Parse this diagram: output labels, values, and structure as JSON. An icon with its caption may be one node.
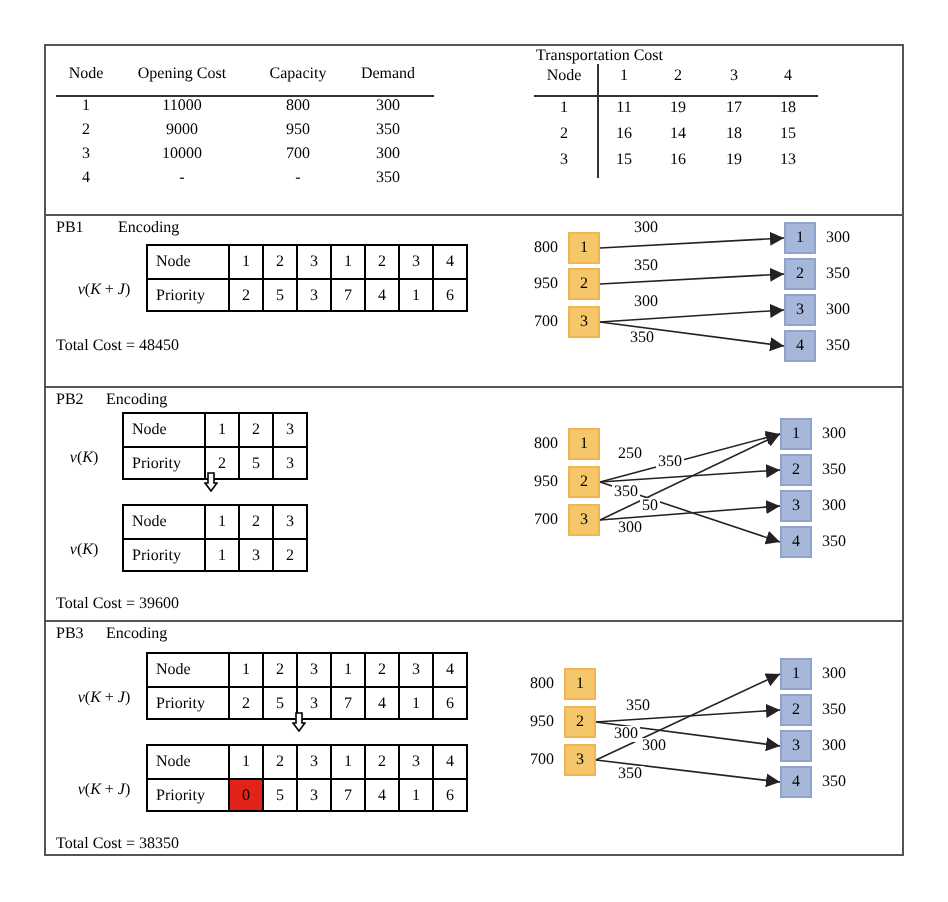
{
  "diagram": {
    "nodes": [
      {
        "text": [
          "PB1",
          "Encoding",
          "*v*(*K* + *J*)",
          "Total Cost = 48450"
        ]
      },
      {
        "text": [
          "1"
        ],
        "in": 0,
        "beside": [
          "800"
        ]
      },
      {
        "text": [
          "2"
        ],
        "in": 0,
        "beside": [
          "950"
        ]
      },
      {
        "text": [
          "3"
        ],
        "in": 0,
        "beside": [
          "700"
        ]
      },
      {
        "text": [
          "1"
        ],
        "in": 0,
        "beside": [
          "300"
        ]
      },
      {
        "text": [
          "2"
        ],
        "in": 0,
        "beside": [
          "350"
        ]
      },
      {
        "text": [
          "3"
        ],
        "in": 0,
        "beside": [
          "300"
        ]
      },
      {
        "text": [
          "4"
        ],
        "in": 0,
        "beside": [
          "350"
        ]
      },
      {
        "text": [
          "PB2",
          "Encoding",
          "*v*(*K*)",
          "*v*(*K*)",
          "Total Cost = 39600"
        ]
      },
      {
        "text": [
          "1"
        ],
        "in": 8,
        "beside": [
          "800"
        ]
      },
      {
        "text": [
          "2"
        ],
        "in": 8,
        "beside": [
          "950"
        ]
      },
      {
        "text": [
          "3"
        ],
        "in": 8,
        "beside": [
          "700"
        ]
      },
      {
        "text": [
          "1"
        ],
        "in": 8,
        "beside": [
          "300"
        ]
      },
      {
        "text": [
          "2"
        ],
        "in": 8,
        "beside": [
          "350"
        ]
      },
      {
        "text": [
          "3"
        ],
        "in": 8,
        "beside": [
          "300"
        ]
      },
      {
        "text": [
          "4"
        ],
        "in": 8,
        "beside": [
          "350"
        ]
      },
      {
        "text": [
          "PB3",
          "Encoding",
          "*v*(*K* + *J*)",
          "*v*(*K* + *J*)",
          "Total Cost = 38350"
        ]
      },
      {
        "text": [
          "1"
        ],
        "in": 16,
        "beside": [
          "800"
        ]
      },
      {
        "text": [
          "2"
        ],
        "in": 16,
        "beside": [
          "950"
        ]
      },
      {
        "text": [
          "3"
        ],
        "in": 16,
        "beside": [
          "700"
        ]
      },
      {
        "text": [
          "1"
        ],
        "in": 16,
        "beside": [
          "300"
        ]
      },
      {
        "text": [
          "2"
        ],
        "in": 16,
        "beside": [
          "350"
        ]
      },
      {
        "text": [
          "3"
        ],
        "in": 16,
        "beside": [
          "300"
        ]
      },
      {
        "text": [
          "4"
        ],
        "in": 16,
        "beside": [
          "350"
        ]
      }
    ],
    "edges": [
      {
        "from": 1,
        "to": 4,
        "arrow": "to",
        "label": "300"
      },
      {
        "from": 2,
        "to": 5,
        "arrow": "to",
        "label": "350"
      },
      {
        "from": 3,
        "to": 6,
        "arrow": "to",
        "label": "300"
      },
      {
        "from": 3,
        "to": 7,
        "arrow": "to",
        "label": "350"
      },
      {
        "from": 10,
        "to": 12,
        "arrow": "to",
        "label": "250"
      },
      {
        "from": 10,
        "to": 13,
        "arrow": "to",
        "label": "350"
      },
      {
        "from": 10,
        "to": 15,
        "arrow": "to",
        "label": "350"
      },
      {
        "from": 11,
        "to": 12,
        "arrow": "to",
        "label": "50"
      },
      {
        "from": 11,
        "to": 14,
        "arrow": "to",
        "label": "300"
      },
      {
        "from": 18,
        "to": 21,
        "arrow": "to",
        "label": "350"
      },
      {
        "from": 18,
        "to": 22,
        "arrow": "to",
        "label": "300"
      },
      {
        "from": 19,
        "to": 20,
        "arrow": "to",
        "label": "300"
      },
      {
        "from": 19,
        "to": 23,
        "arrow": "to",
        "label": "350"
      }
    ],
    "labels": [
      "Node",
      "Opening Cost",
      "Capacity",
      "Demand",
      "1",
      "11000",
      "800",
      "300",
      "2",
      "9000",
      "950",
      "350",
      "3",
      "10000",
      "700",
      "300",
      "4",
      "-",
      "-",
      "350",
      "Transportation Cost",
      "Node",
      "1",
      "2",
      "3",
      "4",
      "1",
      "11",
      "19",
      "17",
      "18",
      "2",
      "16",
      "14",
      "18",
      "15",
      "3",
      "15",
      "16",
      "19",
      "13",
      "Node",
      "1",
      "2",
      "3",
      "1",
      "2",
      "3",
      "4",
      "Priority",
      "2",
      "5",
      "3",
      "7",
      "4",
      "1",
      "6",
      "Node",
      "1",
      "2",
      "3",
      "Priority",
      "2",
      "5",
      "3",
      "Node",
      "1",
      "2",
      "3",
      "Priority",
      "1",
      "3",
      "2",
      "Node",
      "1",
      "2",
      "3",
      "1",
      "2",
      "3",
      "4",
      "Priority",
      "2",
      "5",
      "3",
      "7",
      "4",
      "1",
      "6",
      "Node",
      "1",
      "2",
      "3",
      "1",
      "2",
      "3",
      "4",
      "Priority",
      "0",
      "5",
      "3",
      "7",
      "4",
      "1",
      "6"
    ]
  }
}
